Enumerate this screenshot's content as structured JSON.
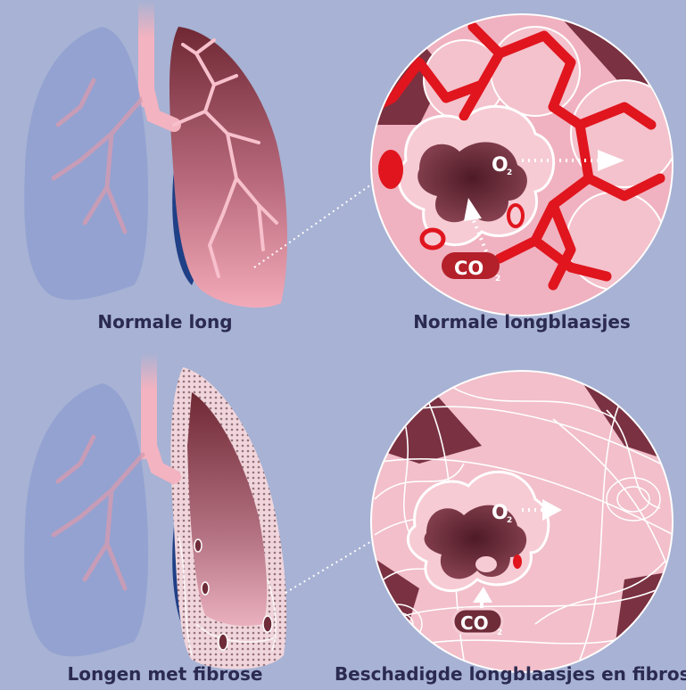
{
  "captions": {
    "normal_lung": "Normale long",
    "normal_alveoli": "Normale longblaasjes",
    "fibrosis_lungs": "Longen met fibrose",
    "damaged_alveoli": "Beschadigde longblaasjes en fibrose"
  },
  "gases": {
    "oxygen": "O",
    "oxygen_sub": "2",
    "carbon_dioxide": "CO",
    "carbon_dioxide_sub": "2"
  },
  "colors": {
    "background": "#a7b2d4",
    "caption_text": "#2b2a52",
    "lung_back": "#8f9fd0",
    "lung_front_top": "#7a2f3a",
    "lung_front_bottom": "#f0a7b4",
    "airway": "#f3b3c0",
    "vein": "#1f3f86",
    "blood_vessel": "#e0151e",
    "alveolus": "#f1b6c2",
    "alveolus_dark": "#6e2b38",
    "fibrosis_fiber": "#ffffff"
  }
}
